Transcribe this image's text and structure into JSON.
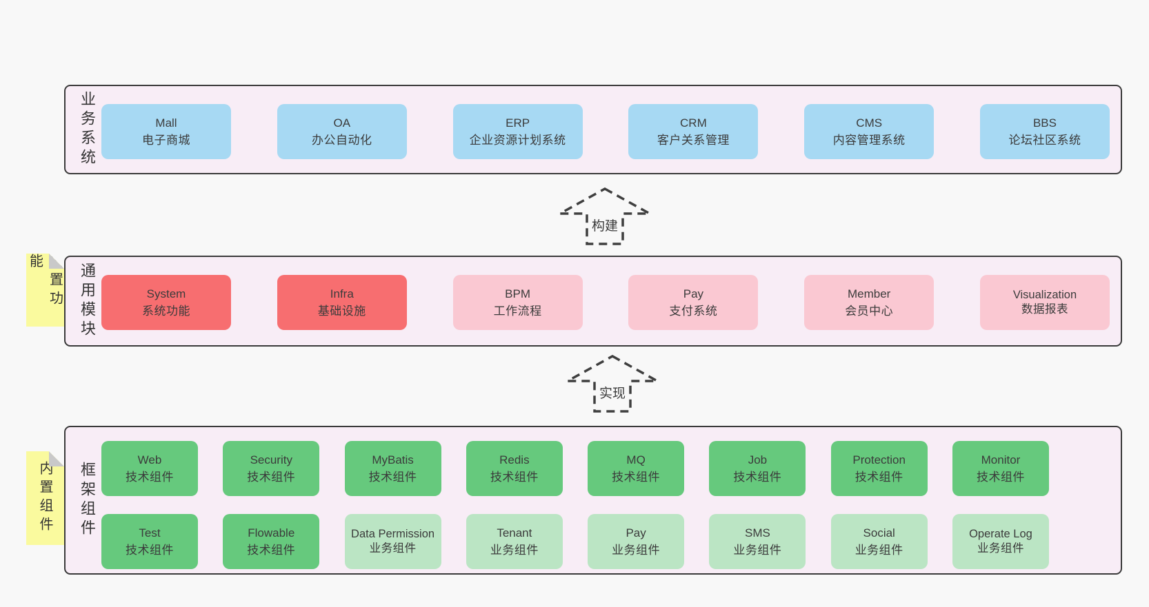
{
  "colors": {
    "page_bg": "#f8f8f8",
    "panel_bg": "#f8edf6",
    "panel_border": "#3a3a3a",
    "text": "#3b3b3b",
    "arrow": "#3f3f3f",
    "sticky_yellow": "#fafa9e",
    "sticky_fold": "#c9c9c9",
    "blue": "#a7d9f3",
    "red": "#f76e70",
    "pink": "#fac8d2",
    "green": "#66c97d",
    "lightgreen": "#bbe5c4"
  },
  "arrows": [
    {
      "label": "构建"
    },
    {
      "label": "实现"
    }
  ],
  "layers": {
    "business": {
      "side_label": "业务系统",
      "boxes": [
        {
          "en": "Mall",
          "zh": "电子商城",
          "type": "blue"
        },
        {
          "en": "OA",
          "zh": "办公自动化",
          "type": "blue"
        },
        {
          "en": "ERP",
          "zh": "企业资源计划系统",
          "type": "blue"
        },
        {
          "en": "CRM",
          "zh": "客户关系管理",
          "type": "blue"
        },
        {
          "en": "CMS",
          "zh": "内容管理系统",
          "type": "blue"
        },
        {
          "en": "BBS",
          "zh": "论坛社区系统",
          "type": "blue"
        }
      ]
    },
    "modules": {
      "side_label": "通用模块",
      "sticky_label": "内置功能",
      "boxes": [
        {
          "en": "System",
          "zh": "系统功能",
          "type": "red"
        },
        {
          "en": "Infra",
          "zh": "基础设施",
          "type": "red"
        },
        {
          "en": "BPM",
          "zh": "工作流程",
          "type": "pink"
        },
        {
          "en": "Pay",
          "zh": "支付系统",
          "type": "pink"
        },
        {
          "en": "Member",
          "zh": "会员中心",
          "type": "pink"
        },
        {
          "en": "Visualization",
          "zh": "数据报表",
          "type": "pink"
        }
      ]
    },
    "framework": {
      "side_label": "框架组件",
      "sticky_label": "内置组件",
      "row1": [
        {
          "en": "Web",
          "zh": "技术组件",
          "type": "green"
        },
        {
          "en": "Security",
          "zh": "技术组件",
          "type": "green"
        },
        {
          "en": "MyBatis",
          "zh": "技术组件",
          "type": "green"
        },
        {
          "en": "Redis",
          "zh": "技术组件",
          "type": "green"
        },
        {
          "en": "MQ",
          "zh": "技术组件",
          "type": "green"
        },
        {
          "en": "Job",
          "zh": "技术组件",
          "type": "green"
        },
        {
          "en": "Protection",
          "zh": "技术组件",
          "type": "green"
        },
        {
          "en": "Monitor",
          "zh": "技术组件",
          "type": "green"
        }
      ],
      "row2": [
        {
          "en": "Test",
          "zh": "技术组件",
          "type": "green"
        },
        {
          "en": "Flowable",
          "zh": "技术组件",
          "type": "green"
        },
        {
          "en": "Data Permission",
          "zh": "业务组件",
          "type": "lightgreen"
        },
        {
          "en": "Tenant",
          "zh": "业务组件",
          "type": "lightgreen"
        },
        {
          "en": "Pay",
          "zh": "业务组件",
          "type": "lightgreen"
        },
        {
          "en": "SMS",
          "zh": "业务组件",
          "type": "lightgreen"
        },
        {
          "en": "Social",
          "zh": "业务组件",
          "type": "lightgreen"
        },
        {
          "en": "Operate Log",
          "zh": "业务组件",
          "type": "lightgreen"
        }
      ]
    }
  }
}
